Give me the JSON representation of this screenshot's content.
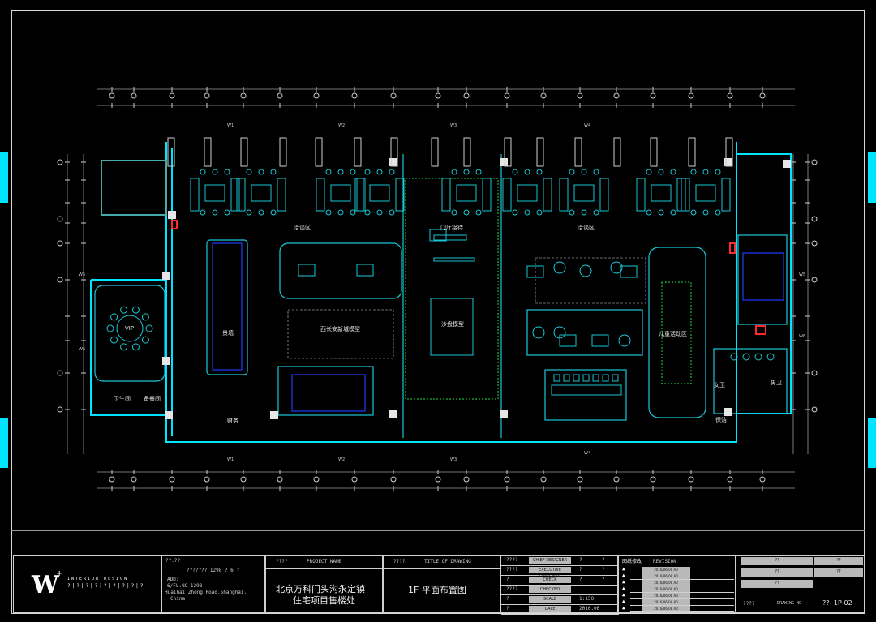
{
  "colors": {
    "wall": "#00e5ff",
    "furniture": "#19c8d6",
    "dim": "#cfcfcf",
    "grid": "#3a3a3a",
    "green": "#19e03c",
    "blue": "#1e3cff",
    "red": "#ff2a2a",
    "background": "#000000"
  },
  "plan": {
    "axes_top": [
      "W1",
      "W2",
      "W3",
      "W4"
    ],
    "axes_bottom": [
      "W1",
      "W2",
      "W3",
      "W4"
    ],
    "axes_left": [
      "W5",
      "W6"
    ],
    "axes_right": [
      "W5",
      "W6"
    ],
    "rooms": {
      "negotiation_left": "洽谈区",
      "negotiation_right": "洽谈区",
      "lobby_reception": "门厅接待",
      "vip": "VIP",
      "landscape": "景墙",
      "xian_model": "西长安新城模型",
      "sand_table": "沙盘模型",
      "kids_area": "儿童活动区",
      "toilet": "卫生间",
      "prep_room": "备餐间",
      "finance": "财务",
      "female_wc": "女卫",
      "male_wc": "男卫",
      "cleaning": "保洁"
    }
  },
  "title_block": {
    "logo_text": "INTERIOR DESIGN",
    "logo_sub": "?|?|?|?|?|?|?|?|?",
    "address_label": "??.??",
    "address_cn": "??????? 1298 ? 6 ?",
    "address_en_1": "ADD:",
    "address_en_2": "6/FL.NO 1298",
    "address_en_3": "Huaihai Zhong Road,Shanghai,",
    "address_en_4": "China",
    "project_label": "????",
    "project_label_en": "PROJECT NAME",
    "project_name_1": "北京万科门头沟永定镇",
    "project_name_2": "住宅项目售楼处",
    "drawing_label": "????",
    "drawing_label_en": "TITLE OF DRAWING",
    "drawing_title": "1F 平面布置图",
    "rows": [
      {
        "a": "????",
        "b": "CHIEF DESIGNER",
        "c": "?",
        "d": "?"
      },
      {
        "a": "????",
        "b": "EXECUTIVE DESIGNER",
        "c": "?",
        "d": "?"
      },
      {
        "a": "?",
        "b": "CHECK",
        "c": "?",
        "d": "?"
      },
      {
        "a": "????",
        "b": "CHECKED",
        "c": "",
        "d": ""
      },
      {
        "a": "?",
        "b": "SCALE",
        "c": "1:150",
        "d": ""
      },
      {
        "a": "?",
        "b": "DATE",
        "c": "2016.06",
        "d": ""
      }
    ],
    "revision_label": "图纸修改",
    "revision_label_en": "REVISION",
    "revision_rows": [
      "2016/06/08 A0",
      "2016/06/08 A0",
      "2016/06/08 A0",
      "2016/06/08 A0",
      "2016/06/08 A0",
      "2016/06/08 A0",
      "2016/06/08 A0"
    ],
    "right_top_a": "??",
    "right_top_b": "??",
    "right_cells": [
      "??",
      "??",
      "??"
    ],
    "sheet_label": "????",
    "sheet_label_en": "DRAWING NO",
    "sheet_no": "??- 1P-02"
  }
}
